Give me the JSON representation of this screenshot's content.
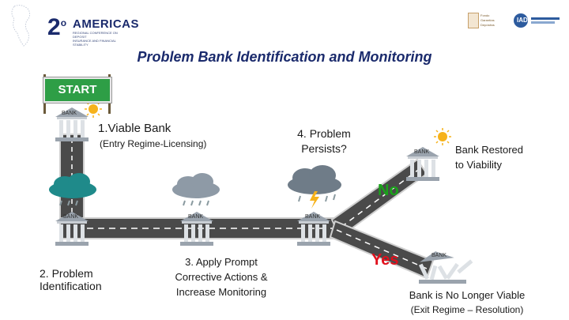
{
  "header": {
    "logo_number": "2",
    "logo_ordinal": "o",
    "logo_name": "AMERICAS",
    "logo_sub": [
      "REGIONAL CONFERENCE ON DEPOSIT",
      "INSURANCE AND FINANCIAL",
      "STABILITY"
    ],
    "partner_logo_1": [
      "Fondo",
      "Garantías",
      "Depósitos"
    ],
    "partner_logo_2": "IADI"
  },
  "title": "Problem Bank Identification and Monitoring",
  "start_sign": "START",
  "bank_label": "BANK",
  "stages": {
    "viable": {
      "title": "1.Viable Bank",
      "subtitle": "(Entry Regime-Licensing)"
    },
    "identification": {
      "line1": "2. Problem",
      "line2": "Identification"
    },
    "prompt": {
      "line1": "3. Apply Prompt",
      "line2": "Corrective Actions &",
      "line3": "Increase Monitoring"
    },
    "persists": {
      "line1": "4. Problem",
      "line2": "Persists?"
    },
    "restored": {
      "line1": "Bank Restored",
      "line2": "to Viability"
    },
    "not_viable": {
      "line1": "Bank is No Longer Viable",
      "line2": "(Exit Regime – Resolution)"
    }
  },
  "branch_no": "No",
  "branch_yes": "Yes",
  "colors": {
    "title": "#1a2a6c",
    "road": "#4a4a4a",
    "yes": "#e0101c",
    "no": "#1aa31a",
    "start": "#2e9e46"
  }
}
